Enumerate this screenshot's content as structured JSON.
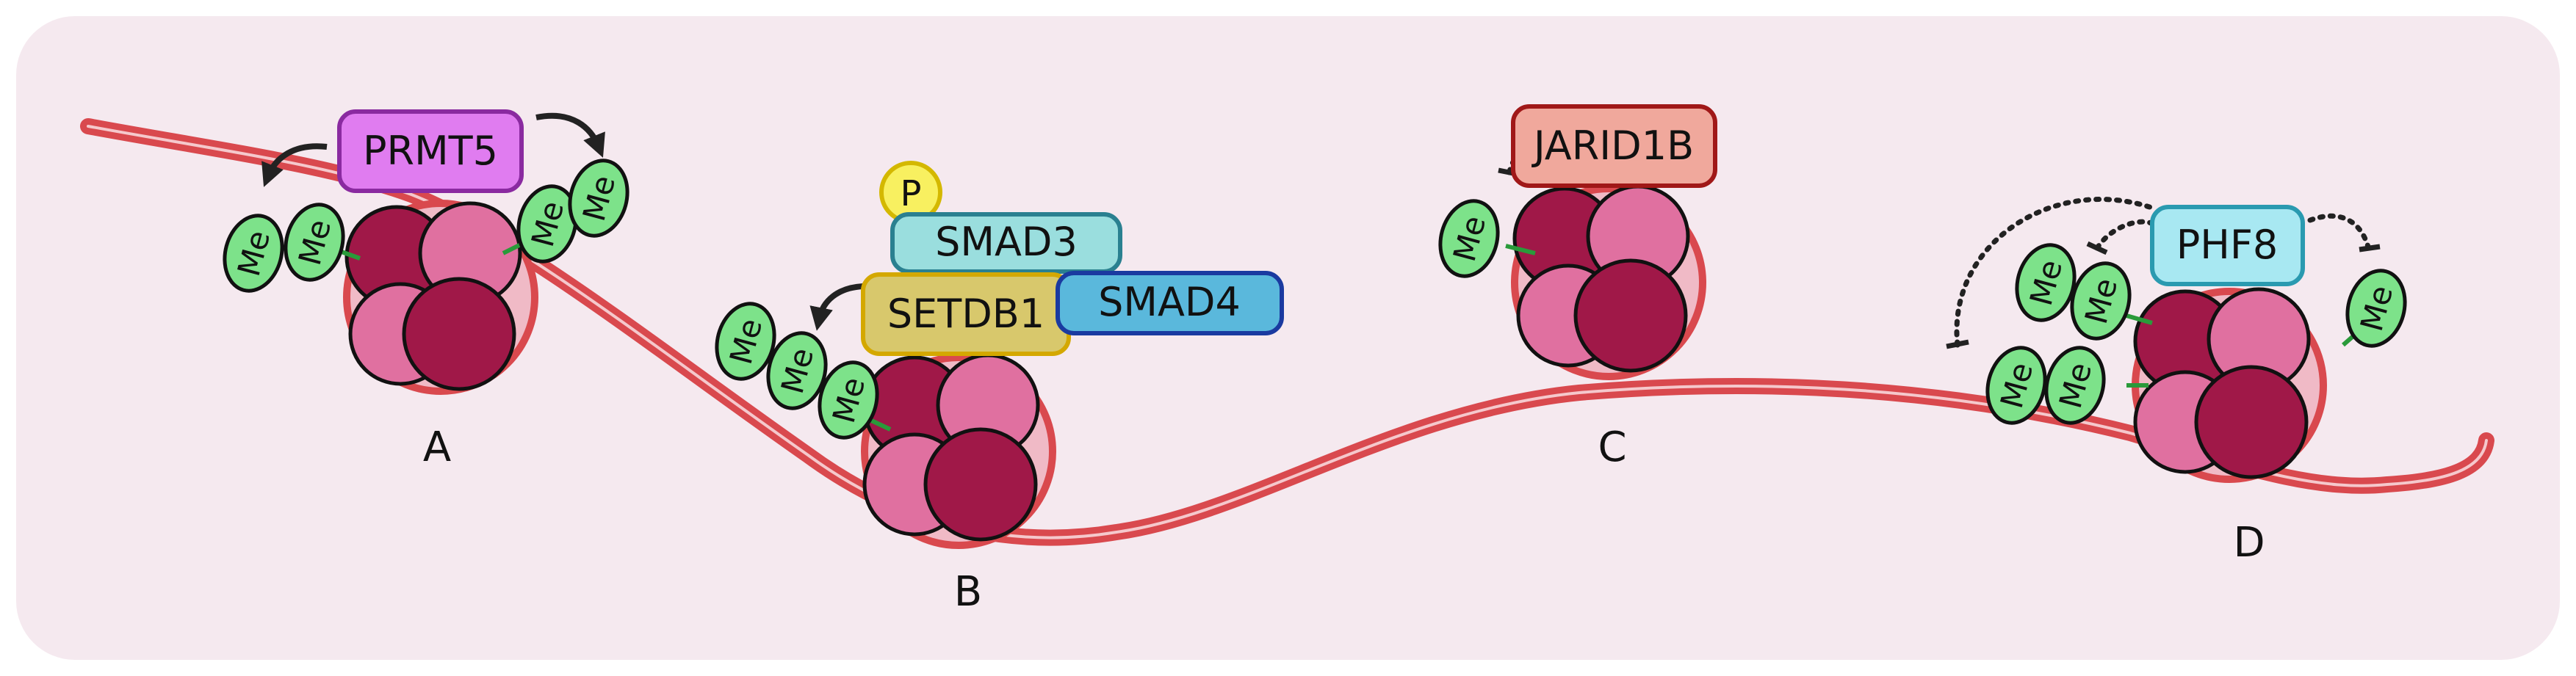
{
  "labels": {
    "a": "A",
    "b": "B",
    "c": "C",
    "d": "D"
  },
  "enzymes": {
    "prmt5": "PRMT5",
    "smad3": "SMAD3",
    "setdb1": "SETDB1",
    "smad4": "SMAD4",
    "jarid1b": "JARID1B",
    "phf8": "PHF8"
  },
  "marks": {
    "methyl": "Me",
    "phospho": "P"
  },
  "colors": {
    "background": "#f5e9ef",
    "dna": "#d9494e",
    "histone_light": "#e070a0",
    "histone_dark": "#a01848",
    "methyl_mark": "#7de28a",
    "prmt5": "#e07cf0",
    "smad3": "#9adede",
    "setdb1": "#d8c86c",
    "smad4": "#5ab8dc",
    "jarid1b": "#f0a89c",
    "phf8": "#a8e8f2",
    "phospho": "#f8f060"
  }
}
